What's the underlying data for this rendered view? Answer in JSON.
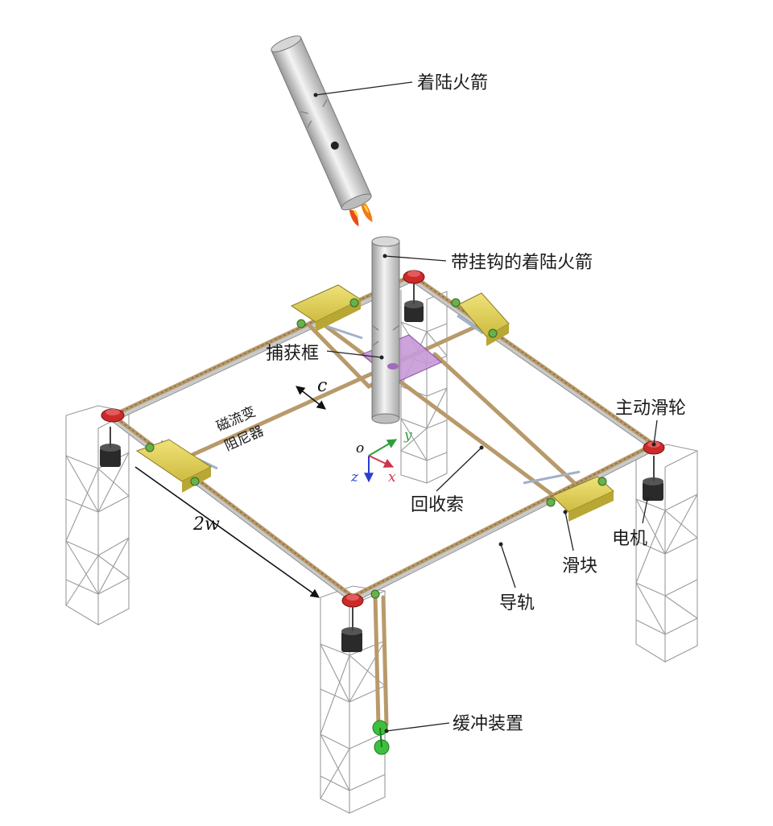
{
  "labels": {
    "landing_rocket": "着陆火箭",
    "hooked_rocket": "带挂钩的着陆火箭",
    "capture_frame": "捕获框",
    "mr_damper_line1": "磁流变",
    "mr_damper_line2": "阻尼器",
    "driving_pulley": "主动滑轮",
    "recovery_cable": "回收索",
    "motor": "电机",
    "slider": "滑块",
    "guide_rail": "导轨",
    "buffer_device": "缓冲装置"
  },
  "symbols": {
    "c": "c",
    "two_w": "2w",
    "axis_o": "o",
    "axis_y": "y",
    "axis_z": "z",
    "axis_x": "x"
  },
  "colors": {
    "slider_yellow": "#e3d463",
    "pulley_red": "#cc2a2a",
    "capture_purple": "#c79ad8",
    "buffer_green": "#3fbf3f",
    "rope_tan": "#b89a6a",
    "axis_green": "#2e9e3e",
    "axis_blue": "#2a3fd0",
    "axis_red": "#d0344a"
  }
}
